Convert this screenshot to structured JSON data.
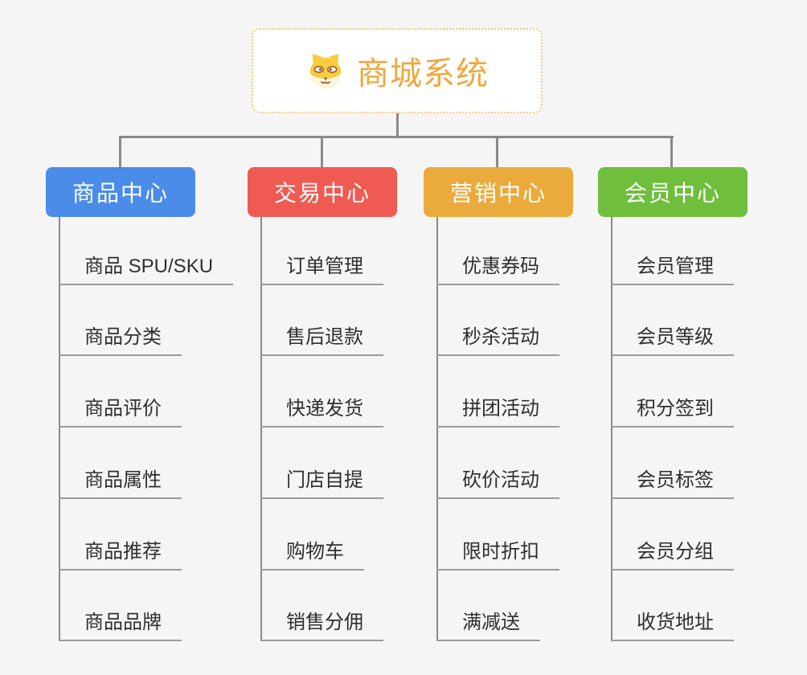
{
  "page": {
    "background": "#f5f5f5",
    "line_color": "#8a8a8a",
    "underline_color": "#9b9b9b"
  },
  "root": {
    "title": "商城系统",
    "accent_color": "#f0a83c",
    "border_color": "#f6c87e",
    "icon": "doge-icon"
  },
  "branches": [
    {
      "label": "商品中心",
      "color": "#4a8ce8",
      "items": [
        "商品 SPU/SKU",
        "商品分类",
        "商品评价",
        "商品属性",
        "商品推荐",
        "商品品牌"
      ]
    },
    {
      "label": "交易中心",
      "color": "#ef5b52",
      "items": [
        "订单管理",
        "售后退款",
        "快递发货",
        "门店自提",
        "购物车",
        "销售分佣"
      ]
    },
    {
      "label": "营销中心",
      "color": "#ebaa3c",
      "items": [
        "优惠券码",
        "秒杀活动",
        "拼团活动",
        "砍价活动",
        "限时折扣",
        "满减送"
      ]
    },
    {
      "label": "会员中心",
      "color": "#6fbf3c",
      "items": [
        "会员管理",
        "会员等级",
        "积分签到",
        "会员标签",
        "会员分组",
        "收货地址"
      ]
    }
  ]
}
